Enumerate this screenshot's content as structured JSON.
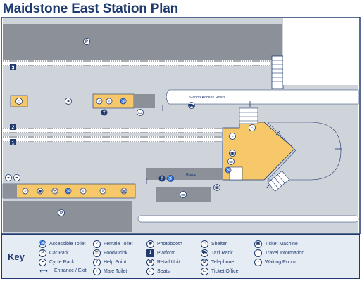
{
  "title": "Maidstone East Station Plan",
  "map": {
    "road_label": "Station Access Road",
    "ramp_label": "Ramp",
    "platform_numbers": [
      "3",
      "2",
      "1"
    ],
    "colors": {
      "building": "#f6c86a",
      "ground": "#cfd3da",
      "dark": "#8c9199",
      "road": "#ffffff",
      "navy": "#1e3a6e",
      "track": "#555b66"
    }
  },
  "key": {
    "label": "Key",
    "items": [
      {
        "icon": "accessible-toilet-icon",
        "glyph": "♿",
        "label": "Accessible Toilet"
      },
      {
        "icon": "car-park-icon",
        "glyph": "P",
        "label": "Car Park"
      },
      {
        "icon": "cycle-rack-icon",
        "glyph": "⚭",
        "label": "Cycle Rack"
      },
      {
        "icon": "entrance-exit-icon",
        "glyph": "⟷",
        "label": "Entrance / Exit"
      },
      {
        "icon": "female-toilet-icon",
        "glyph": "♀",
        "label": "Female Toilet"
      },
      {
        "icon": "food-drink-icon",
        "glyph": "☕",
        "label": "Food/Drink"
      },
      {
        "icon": "help-point-icon",
        "glyph": "?",
        "label": "Help Point"
      },
      {
        "icon": "male-toilet-icon",
        "glyph": "♂",
        "label": "Male Toilet"
      },
      {
        "icon": "photobooth-icon",
        "glyph": "◉",
        "label": "Photobooth"
      },
      {
        "icon": "platform-icon",
        "glyph": "1",
        "label": "Platform"
      },
      {
        "icon": "retail-unit-icon",
        "glyph": "▤",
        "label": "Retail Unit"
      },
      {
        "icon": "seats-icon",
        "glyph": "⌂",
        "label": "Seats"
      },
      {
        "icon": "shelter-icon",
        "glyph": "⌂",
        "label": "Shelter"
      },
      {
        "icon": "taxi-rank-icon",
        "glyph": "⛟",
        "label": "Taxi Rank"
      },
      {
        "icon": "telephone-icon",
        "glyph": "☏",
        "label": "Telephone"
      },
      {
        "icon": "ticket-office-icon",
        "glyph": "▭",
        "label": "Ticket Office"
      },
      {
        "icon": "ticket-machine-icon",
        "glyph": "▣",
        "label": "Ticket Machine"
      },
      {
        "icon": "travel-information-icon",
        "glyph": "i",
        "label": "Travel Information"
      },
      {
        "icon": "waiting-room-icon",
        "glyph": "◔",
        "label": "Waiting Room"
      }
    ]
  }
}
